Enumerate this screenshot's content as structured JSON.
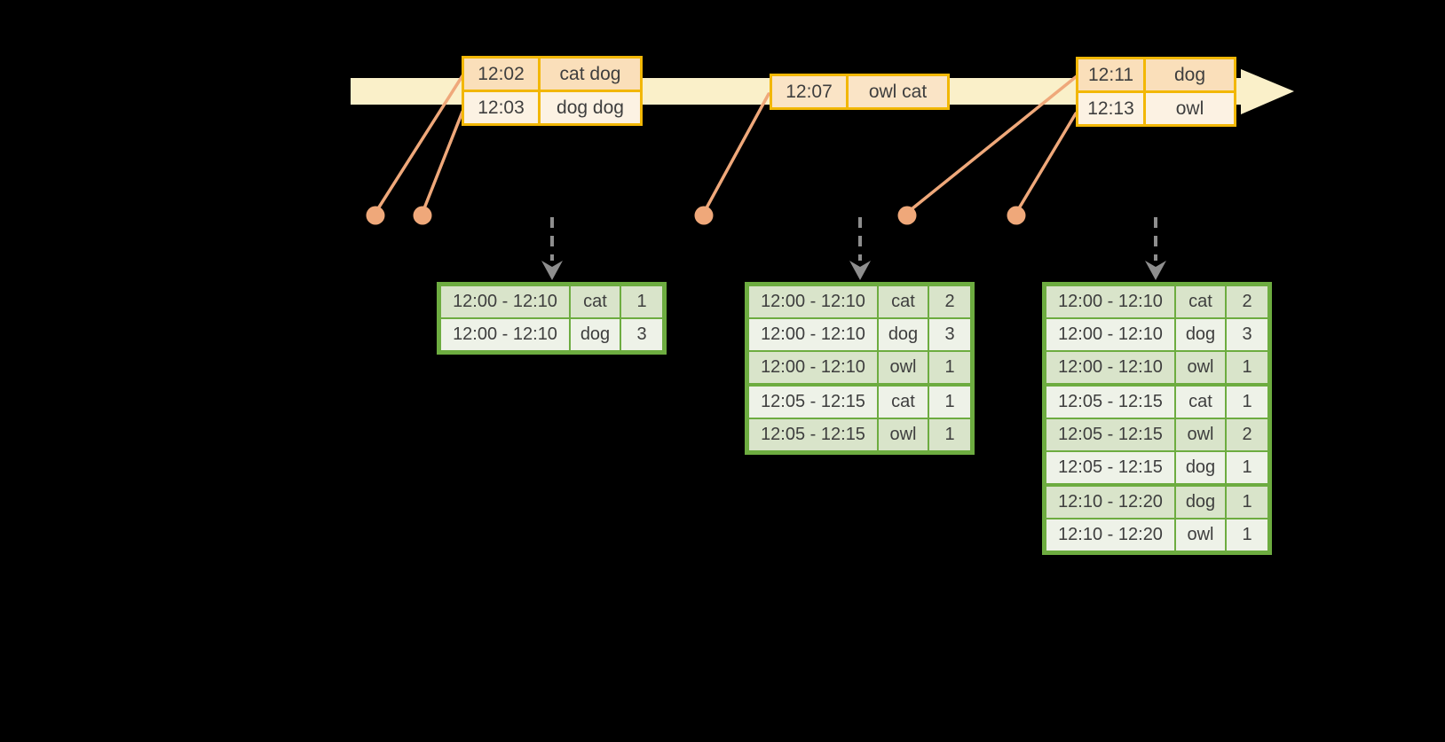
{
  "colors": {
    "background": "#000000",
    "timeline_band": "#FAF0C9",
    "event_border": "#F2B705",
    "event_row_dark": "#FADFBA",
    "event_row_mid": "#FAE4C6",
    "event_row_light": "#FCF2E3",
    "connector": "#EFA87A",
    "result_border": "#6DAC40",
    "result_row_dark": "#D9E4CA",
    "result_row_light": "#EEF2E8",
    "arrow_gray": "#8E8E8E",
    "text": "#3E3E3E"
  },
  "event_tables": [
    {
      "id": "events-batch-1",
      "rows": [
        {
          "time": "12:02",
          "words": "cat dog"
        },
        {
          "time": "12:03",
          "words": "dog dog"
        }
      ]
    },
    {
      "id": "events-batch-2",
      "rows": [
        {
          "time": "12:07",
          "words": "owl cat"
        }
      ]
    },
    {
      "id": "events-batch-3",
      "rows": [
        {
          "time": "12:11",
          "words": "dog"
        },
        {
          "time": "12:13",
          "words": "owl"
        }
      ]
    }
  ],
  "result_tables": [
    {
      "id": "result-table-1",
      "rows": [
        {
          "window": "12:00 - 12:10",
          "word": "cat",
          "count": "1"
        },
        {
          "window": "12:00 - 12:10",
          "word": "dog",
          "count": "3"
        }
      ]
    },
    {
      "id": "result-table-2",
      "rows": [
        {
          "window": "12:00 - 12:10",
          "word": "cat",
          "count": "2"
        },
        {
          "window": "12:00 - 12:10",
          "word": "dog",
          "count": "3"
        },
        {
          "window": "12:00 - 12:10",
          "word": "owl",
          "count": "1"
        },
        {
          "window": "12:05 - 12:15",
          "word": "cat",
          "count": "1"
        },
        {
          "window": "12:05 - 12:15",
          "word": "owl",
          "count": "1"
        }
      ]
    },
    {
      "id": "result-table-3",
      "rows": [
        {
          "window": "12:00 - 12:10",
          "word": "cat",
          "count": "2"
        },
        {
          "window": "12:00 - 12:10",
          "word": "dog",
          "count": "3"
        },
        {
          "window": "12:00 - 12:10",
          "word": "owl",
          "count": "1"
        },
        {
          "window": "12:05 - 12:15",
          "word": "cat",
          "count": "1"
        },
        {
          "window": "12:05 - 12:15",
          "word": "owl",
          "count": "2"
        },
        {
          "window": "12:05 - 12:15",
          "word": "dog",
          "count": "1"
        },
        {
          "window": "12:10 - 12:20",
          "word": "dog",
          "count": "1"
        },
        {
          "window": "12:10 - 12:20",
          "word": "owl",
          "count": "1"
        }
      ]
    }
  ]
}
